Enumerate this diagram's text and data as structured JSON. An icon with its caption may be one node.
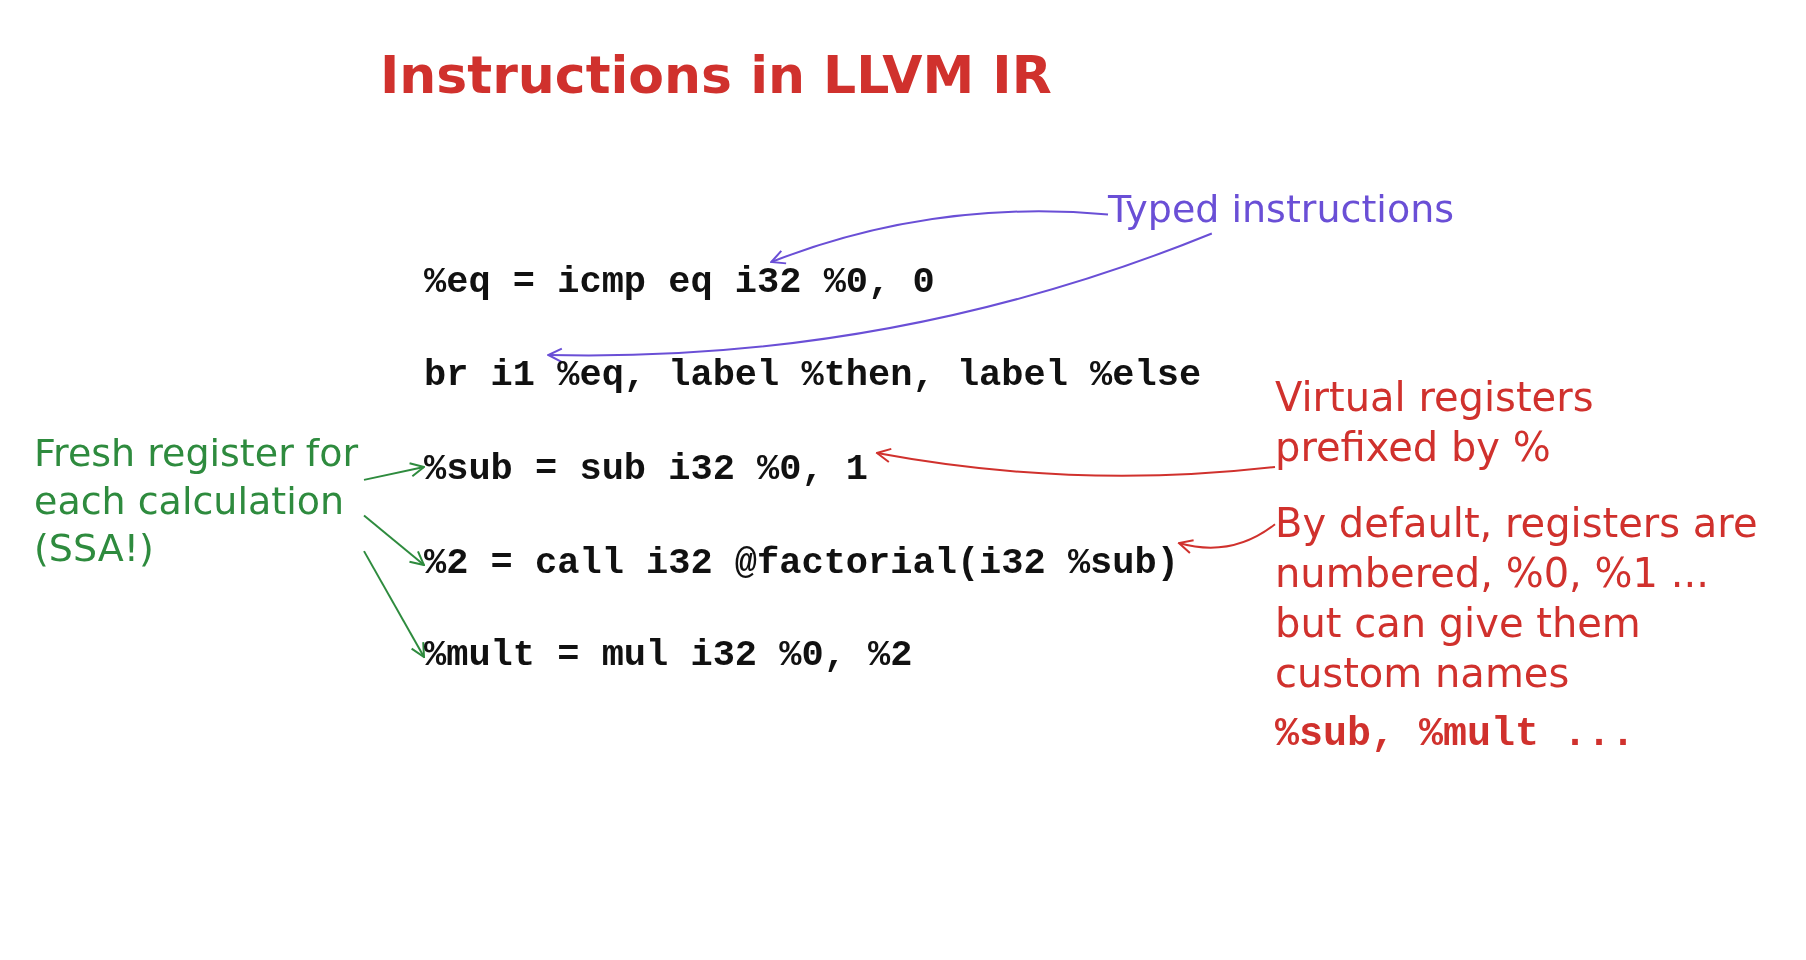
{
  "diagram": {
    "title": "Instructions in LLVM IR",
    "nodes": [
      {
        "text": [
          "%eq = icmp eq i32 %0, 0"
        ]
      },
      {
        "text": [
          "br i1 %eq, label %then, label %else"
        ]
      },
      {
        "text": [
          "%sub = sub i32 %0, 1"
        ]
      },
      {
        "text": [
          "%2 = call i32 @factorial(i32 %sub)"
        ]
      },
      {
        "text": [
          "%mult = mul i32 %0, %2"
        ]
      },
      {
        "text": [
          "Typed instructions"
        ]
      },
      {
        "text": [
          "Virtual registers prefixed by %"
        ]
      },
      {
        "text": [
          "By default, registers are numbered, %0, %1 ... but can give them custom names",
          "%sub, %mult ..."
        ]
      },
      {
        "text": [
          "Fresh register for each calculation (SSA!)"
        ]
      }
    ],
    "edges": [
      {
        "from": 5,
        "to": 0,
        "arrow": "to",
        "color": "#6a4fd6"
      },
      {
        "from": 5,
        "to": 1,
        "arrow": "to",
        "color": "#6a4fd6"
      },
      {
        "from": 6,
        "to": 2,
        "arrow": "to",
        "color": "#d0312d"
      },
      {
        "from": 7,
        "to": 3,
        "arrow": "to",
        "color": "#d0312d"
      },
      {
        "from": 8,
        "to": 2,
        "arrow": "to",
        "color": "#2e8b3e"
      },
      {
        "from": 8,
        "to": 3,
        "arrow": "to",
        "color": "#2e8b3e"
      },
      {
        "from": 8,
        "to": 4,
        "arrow": "to",
        "color": "#2e8b3e"
      }
    ]
  }
}
